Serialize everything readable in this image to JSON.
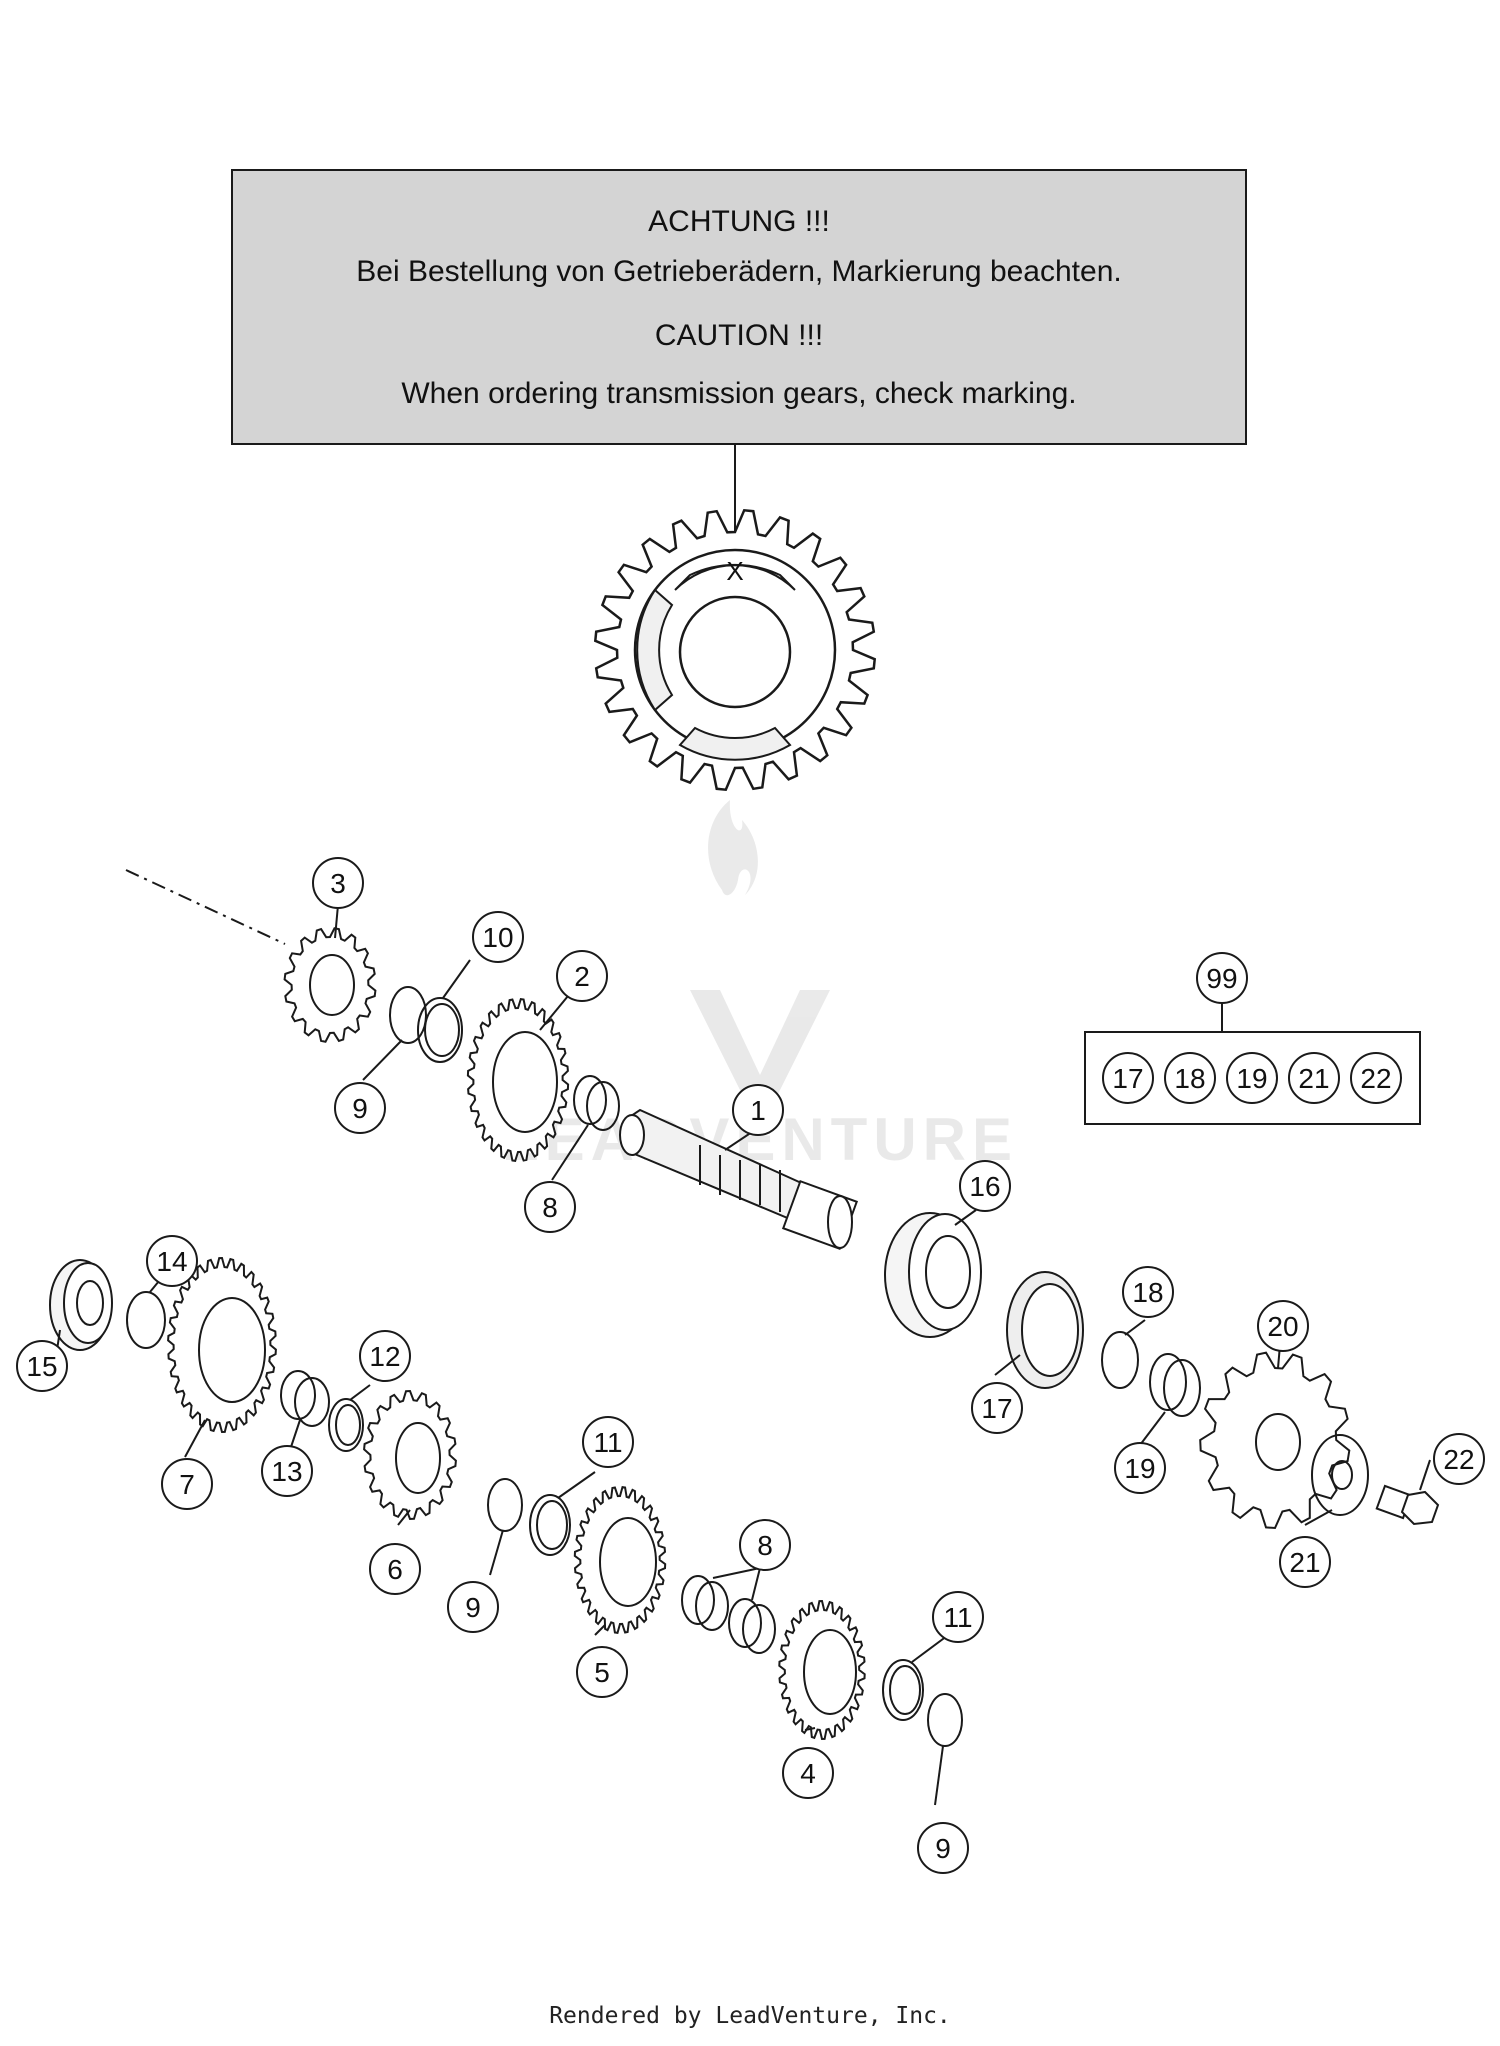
{
  "notice": {
    "line1": "ACHTUNG !!!",
    "line2": "Bei Bestellung von Getrieberädern, Markierung beachten.",
    "line3": "CAUTION !!!",
    "line4": "When ordering transmission gears, check marking."
  },
  "detail_gear_mark": "X",
  "callouts": {
    "c1": "1",
    "c2": "2",
    "c3": "3",
    "c4": "4",
    "c5": "5",
    "c6": "6",
    "c7": "7",
    "c8a": "8",
    "c8b": "8",
    "c9a": "9",
    "c9b": "9",
    "c9c": "9",
    "c10": "10",
    "c11a": "11",
    "c11b": "11",
    "c12": "12",
    "c13": "13",
    "c14": "14",
    "c15": "15",
    "c16": "16",
    "c17": "17",
    "c18": "18",
    "c19": "19",
    "c20": "20",
    "c21": "21",
    "c22": "22",
    "c99": "99"
  },
  "kit": {
    "label": "99",
    "items": [
      "17",
      "18",
      "19",
      "21",
      "22"
    ]
  },
  "watermark": "LEADVENTURE",
  "footer": "Rendered by LeadVenture, Inc.",
  "colors": {
    "line": "#1a1a1a",
    "box_fill": "#d4d4d4",
    "part_fill": "#ffffff",
    "part_shade": "#e6e6e6"
  }
}
